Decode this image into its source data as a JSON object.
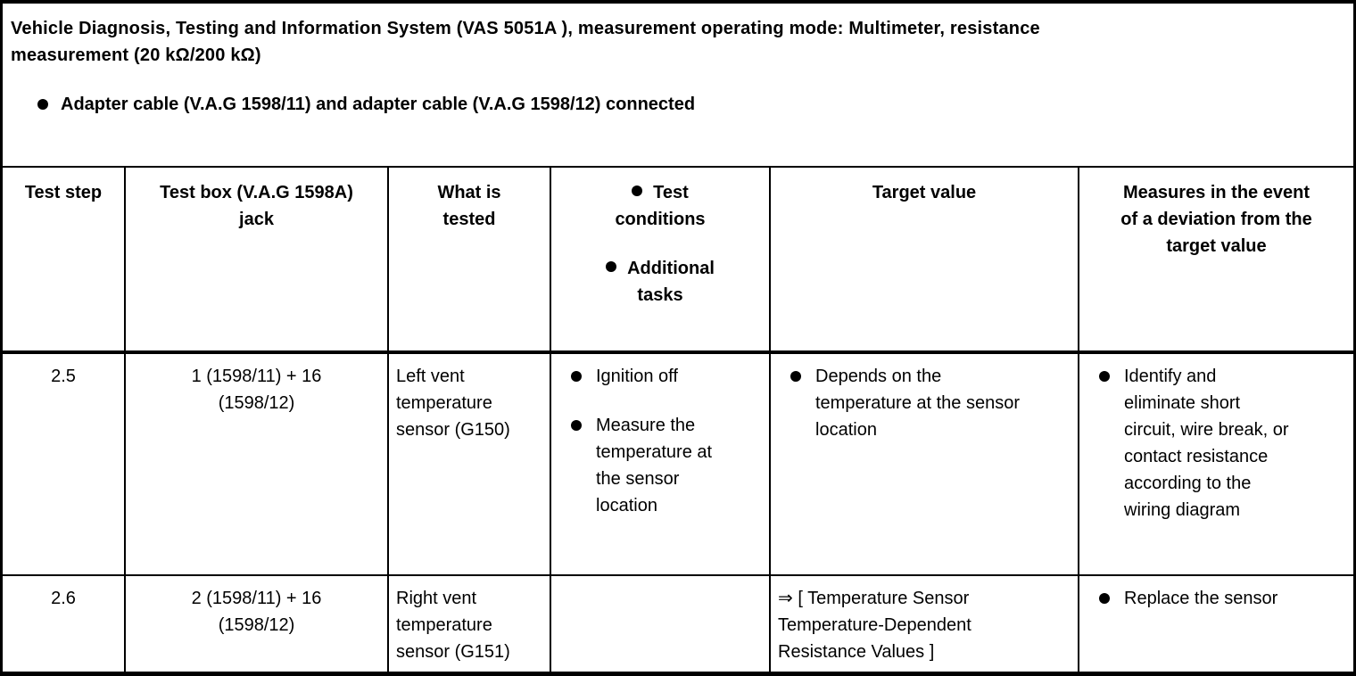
{
  "icons": {
    "bullet": "●",
    "reference_arrow": "⇒"
  },
  "header": {
    "title": "Vehicle Diagnosis, Testing and Information System (VAS 5051A ), measurement operating mode: Multimeter, resistance\nmeasurement (20 kΩ/200 kΩ)",
    "bullets": [
      "Adapter cable (V.A.G 1598/11) and adapter cable (V.A.G 1598/12) connected"
    ]
  },
  "table": {
    "columns": {
      "test_step": "Test step",
      "jack": "Test box (V.A.G 1598A)\njack",
      "tested": "What is\ntested",
      "conditions_bullets": [
        "Test\nconditions",
        "Additional\ntasks"
      ],
      "target": "Target value",
      "measures": "Measures in the event\nof a deviation from the\ntarget value"
    },
    "rows": [
      {
        "test_step": "2.5",
        "jack": "1 (1598/11) + 16\n(1598/12)",
        "tested": "Left vent\ntemperature\nsensor (G150)",
        "conditions": [
          "Ignition off",
          "Measure the\ntemperature at\nthe sensor\nlocation"
        ],
        "target_bullets": [
          "Depends on the\ntemperature at the sensor\nlocation"
        ],
        "measures": [
          "Identify and\neliminate short\ncircuit, wire break, or\ncontact resistance\naccording to the\nwiring diagram"
        ]
      },
      {
        "test_step": "2.6",
        "jack": "2 (1598/11) + 16\n(1598/12)",
        "tested": "Right vent\ntemperature\nsensor (G151)",
        "conditions": [],
        "target_text": "⇒ [ Temperature Sensor\nTemperature-Dependent\nResistance Values ]",
        "measures": [
          "Replace the sensor"
        ]
      }
    ]
  }
}
